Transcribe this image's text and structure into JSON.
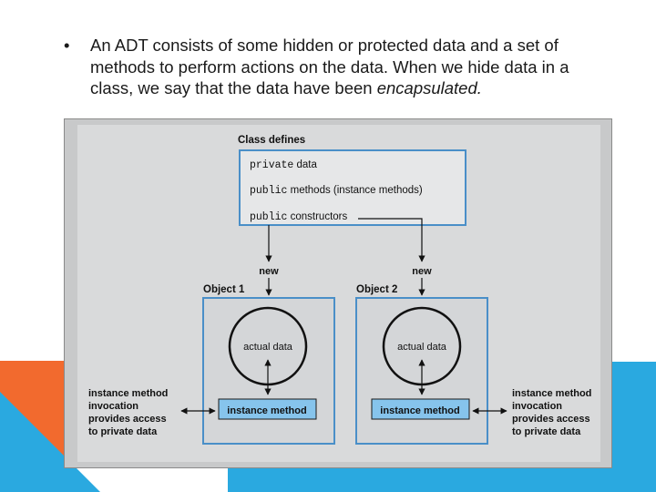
{
  "slide": {
    "bullet_char": "•",
    "bullet_text": "An ADT consists of some hidden or protected data and a set of methods to perform actions on the data. When we hide data in a class, we say that the data have been",
    "bullet_emphasis": "encapsulated."
  },
  "diagram": {
    "class_box": {
      "title": "Class defines",
      "lines": [
        {
          "keyword": "private",
          "text": " data"
        },
        {
          "keyword": "public",
          "text": " methods (instance methods)"
        },
        {
          "keyword": "public",
          "text": " constructors"
        }
      ]
    },
    "new_label_1": "new",
    "new_label_2": "new",
    "object_1": {
      "title": "Object 1",
      "data_label": "actual data",
      "method_label": "instance method"
    },
    "object_2": {
      "title": "Object 2",
      "data_label": "actual data",
      "method_label": "instance method"
    },
    "left_note": [
      "instance method",
      "invocation",
      "provides access",
      "to private data"
    ],
    "right_note": [
      "instance method",
      "invocation",
      "provides access",
      "to private data"
    ]
  },
  "colors": {
    "orange_accent": "#f26a2e",
    "blue_accent": "#2aa9e0",
    "figure_bg": "#c8c9ca",
    "box_fill": "#d4d6d8",
    "box_border": "#4a8fc8",
    "method_fill": "#86c4ec"
  }
}
